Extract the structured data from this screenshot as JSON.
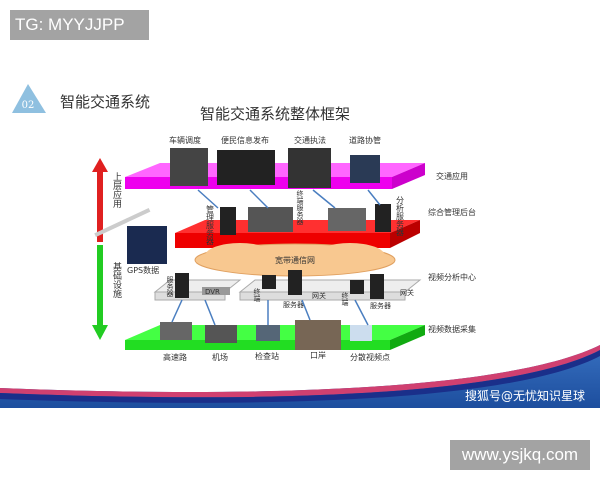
{
  "watermark_top": "TG: MYYJJPP",
  "watermark_bottom": "www.ysjkq.com",
  "source_mark": "搜狐号@无忧知识星球",
  "section": {
    "number": "02",
    "title": "智能交通系统"
  },
  "diagram": {
    "title": "智能交通系统整体框架",
    "arrows": {
      "up_label": "上层应用",
      "down_label": "基础设施"
    },
    "layers": [
      {
        "name": "交通应用",
        "color": "#ff00ff",
        "items": [
          "车辆调度",
          "便民信息发布",
          "交通执法",
          "道路协管"
        ]
      },
      {
        "name": "综合管理后台",
        "color": "#ff0000",
        "items": [
          "管理服务器",
          "终端服务器",
          "分析服务器"
        ]
      },
      {
        "name": "宽带通信网",
        "color": "#f8c890"
      },
      {
        "name": "视频分析中心",
        "color": "#e6e6e6",
        "items": [
          "服务器",
          "DVR",
          "终端",
          "服务器",
          "网关",
          "终端",
          "服务器",
          "网关"
        ]
      },
      {
        "name": "视频数据采集",
        "color": "#22ee22",
        "items": [
          "高速路",
          "机场",
          "检查站",
          "口岸",
          "分散视频点"
        ]
      }
    ],
    "gps_label": "GPS数据"
  }
}
